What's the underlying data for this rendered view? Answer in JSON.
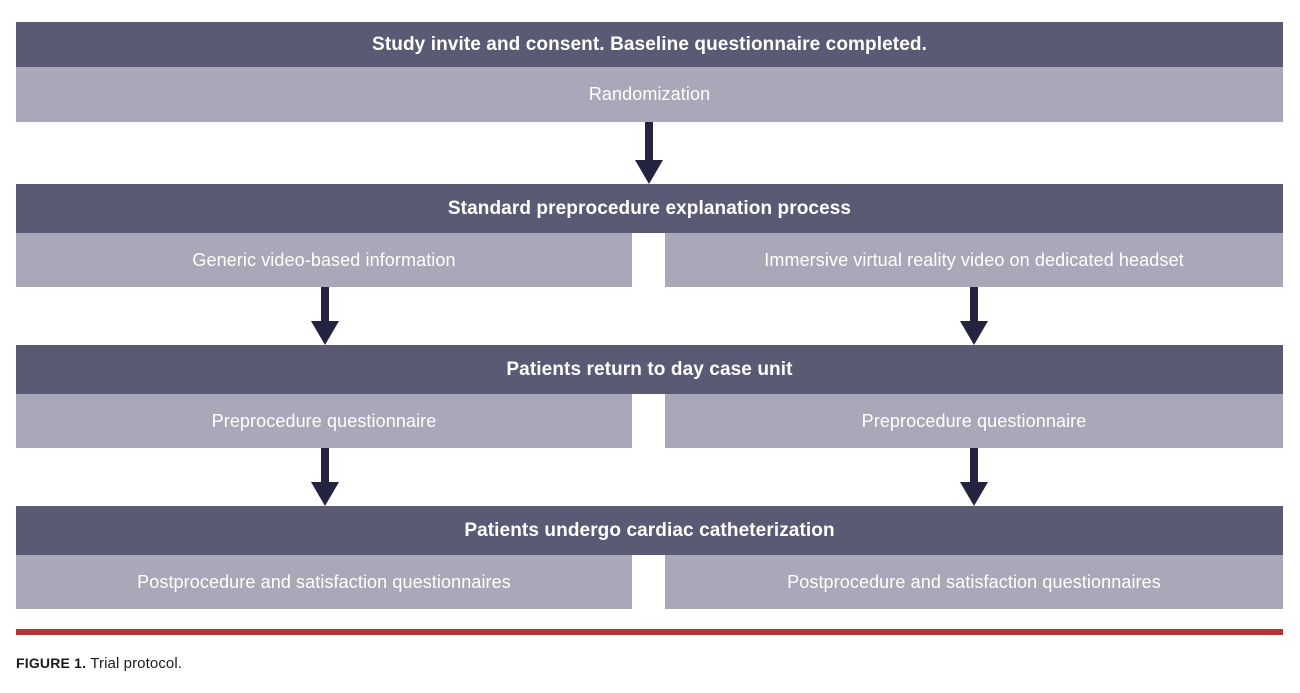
{
  "figure": {
    "stages": [
      {
        "id": "stage-enrollment",
        "head": "Study invite and consent. Baseline questionnaire completed.",
        "sub": "Randomization",
        "split": false
      },
      {
        "id": "stage-explanation",
        "head": "Standard preprocedure explanation process",
        "left": "Generic video-based information",
        "right": "Immersive virtual reality video on dedicated headset",
        "split": true
      },
      {
        "id": "stage-return",
        "head": "Patients return to day case unit",
        "left": "Preprocedure questionnaire",
        "right": "Preprocedure questionnaire",
        "split": true
      },
      {
        "id": "stage-catheterization",
        "head": "Patients undergo cardiac catheterization",
        "left": "Postprocedure and satisfaction questionnaires",
        "right": "Postprocedure and satisfaction questionnaires",
        "split": true
      }
    ],
    "arrows": [
      {
        "id": "arrow-randomization-to-explanation",
        "direction": "down"
      },
      {
        "id": "arrow-control-to-return",
        "direction": "down"
      },
      {
        "id": "arrow-vr-to-return",
        "direction": "down"
      },
      {
        "id": "arrow-control-to-catheterization",
        "direction": "down"
      },
      {
        "id": "arrow-vr-to-catheterization",
        "direction": "down"
      }
    ],
    "caption": {
      "label": "FIGURE 1.",
      "text": " Trial protocol."
    },
    "colors": {
      "band_dark": "#5a5a74",
      "band_light": "#a8a8b8",
      "arrow": "#242440",
      "rule_red": "#b63438",
      "band_text": "#ffffff",
      "caption_text": "#1b1b1b",
      "background": "#ffffff"
    }
  }
}
